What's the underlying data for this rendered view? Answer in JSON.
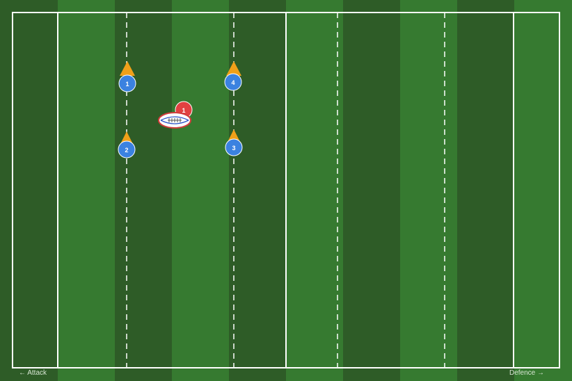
{
  "colors": {
    "grass_dark": "#2e5c27",
    "grass_light": "#367a30",
    "lines": "#ffffff",
    "cone": "#f0a019",
    "attacker": "#3b82e0",
    "defender": "#e14141",
    "ball_outline": "#d23c3c",
    "ball_stitch": "#2f55c8"
  },
  "labels": {
    "attack": "← Attack",
    "defence": "Defence →"
  },
  "cones": [
    {
      "id": "cone-1"
    },
    {
      "id": "cone-2"
    },
    {
      "id": "cone-3"
    },
    {
      "id": "cone-4"
    }
  ],
  "attackers": [
    {
      "number": "1"
    },
    {
      "number": "2"
    },
    {
      "number": "3"
    },
    {
      "number": "4"
    }
  ],
  "defenders": [
    {
      "number": "1"
    }
  ],
  "icons": {
    "ball": "rugby-ball-icon",
    "cone": "cone-icon"
  }
}
